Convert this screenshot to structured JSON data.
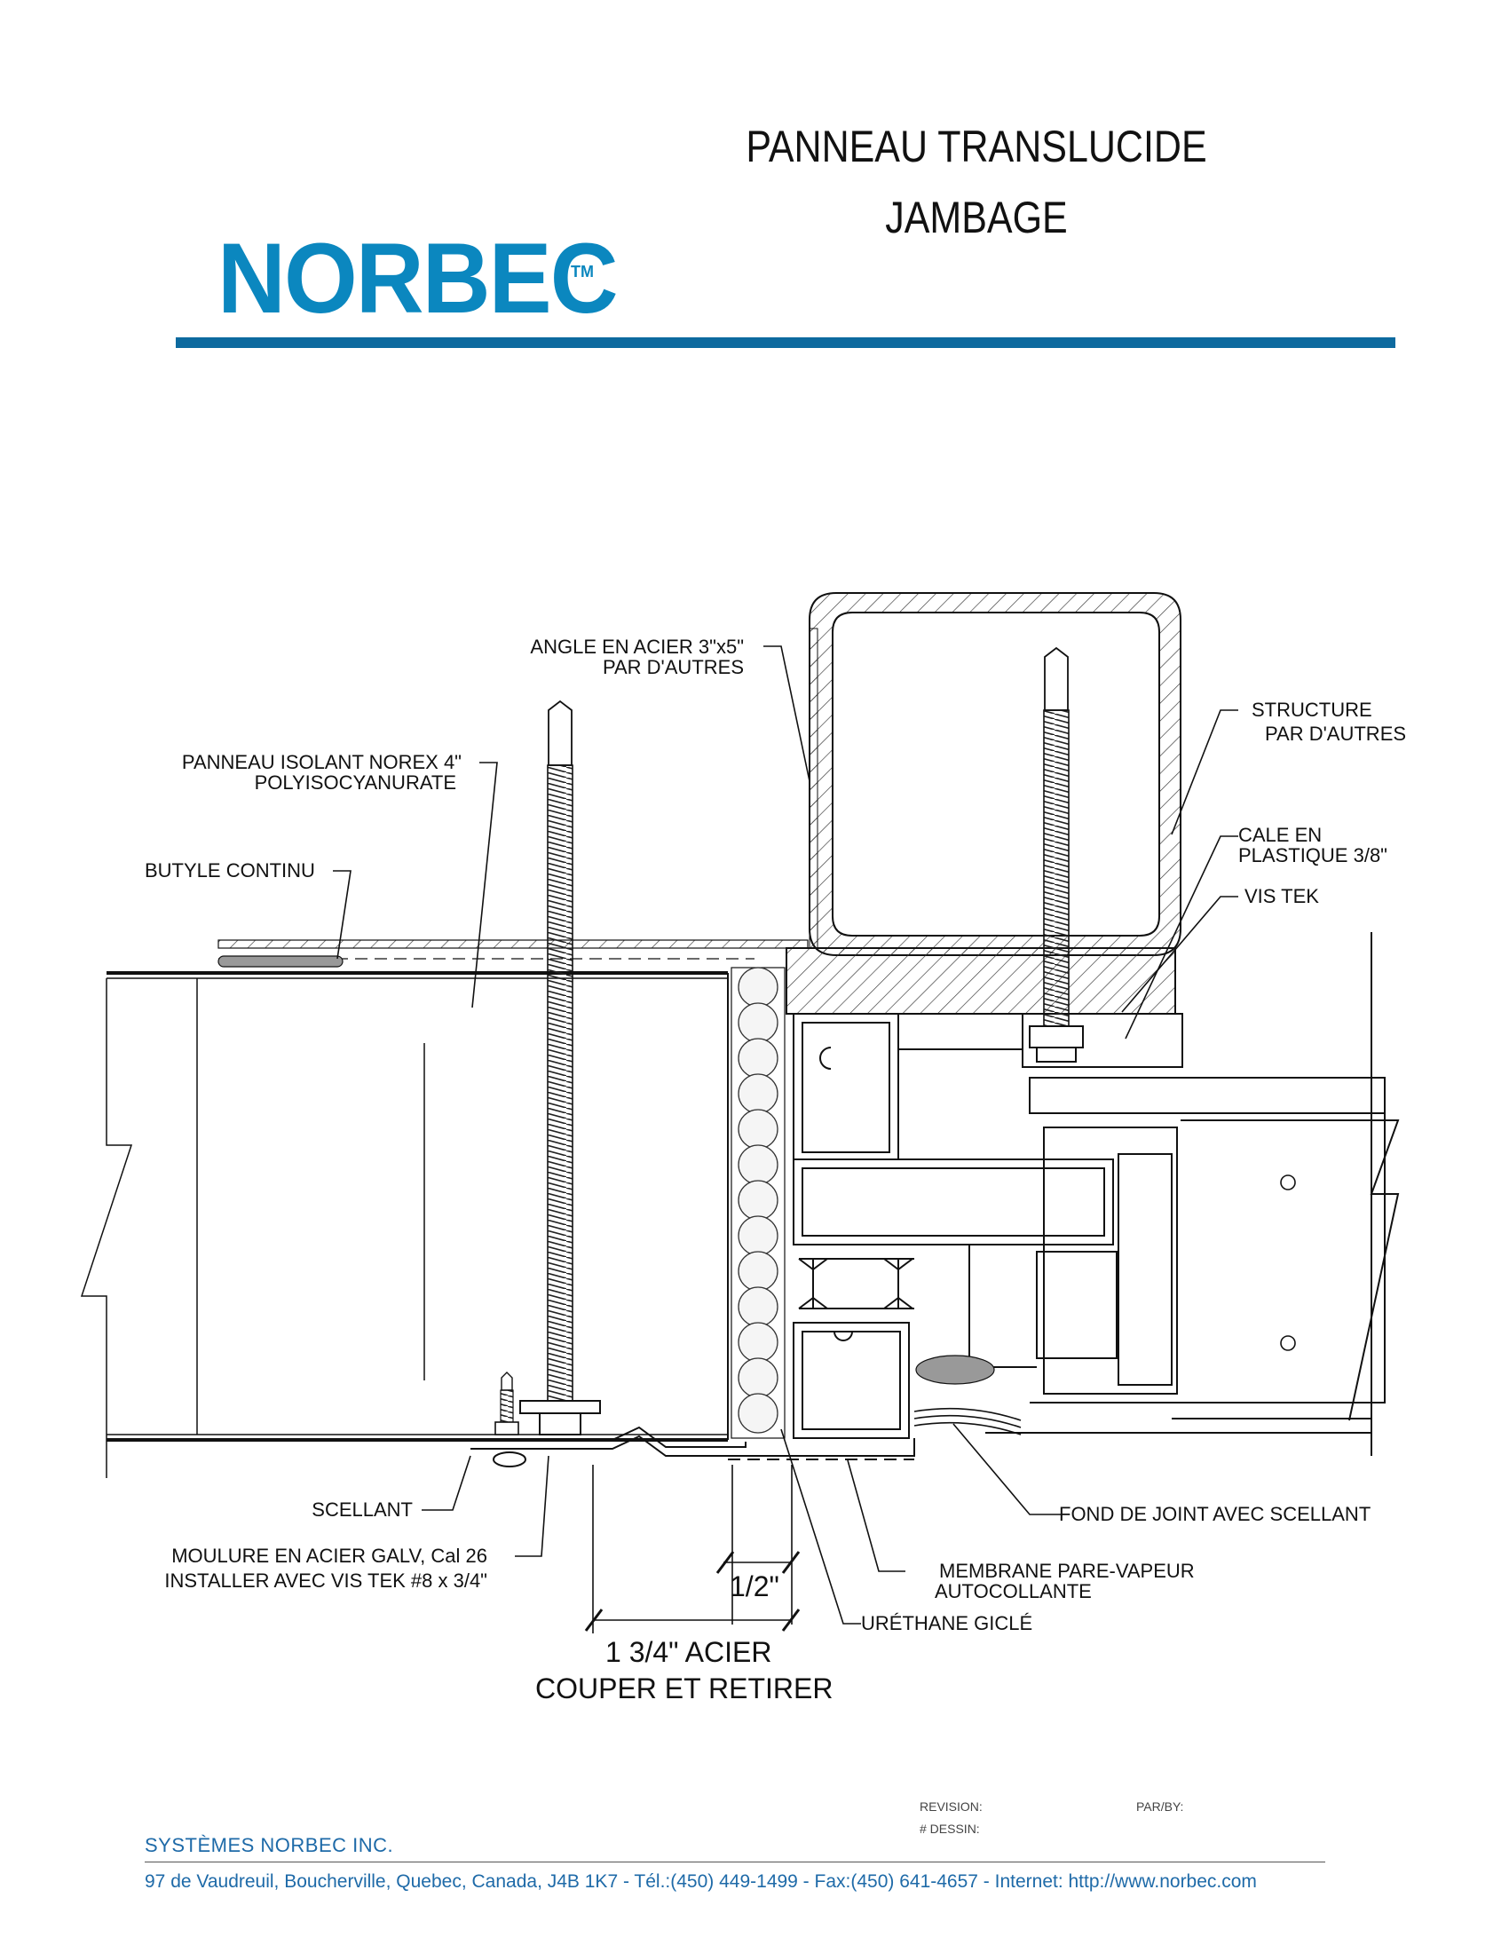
{
  "header": {
    "title_line1": "PANNEAU TRANSLUCIDE",
    "title_line2": "JAMBAGE",
    "logo_text": "NORBEC",
    "logo_mark": "TM",
    "brand_color": "#0b87bf",
    "rule_color": "#0d6a9f"
  },
  "labels": {
    "angle_l1": "ANGLE EN ACIER 3\"x5\"",
    "angle_l2": "PAR D'AUTRES",
    "panneau_l1": "PANNEAU ISOLANT NOREX 4\"",
    "panneau_l2": "POLYISOCYANURATE",
    "butyle": "BUTYLE CONTINU",
    "structure_l1": "STRUCTURE",
    "structure_l2": "PAR D'AUTRES",
    "cale_l1": "CALE EN",
    "cale_l2": "PLASTIQUE 3/8\"",
    "vis_tek": "VIS TEK",
    "scellant": "SCELLANT",
    "moulure_l1": "MOULURE EN ACIER GALV, Cal 26",
    "moulure_l2": "INSTALLER AVEC VIS TEK  #8 x 3/4\"",
    "fond_joint": "FOND DE JOINT AVEC SCELLANT",
    "membrane_l1": "MEMBRANE PARE-VAPEUR",
    "membrane_l2": "AUTOCOLLANTE",
    "urethane": "URÉTHANE GICLÉ",
    "dim_half": "1/2\"",
    "dim_acier": "1 3/4\" ACIER",
    "couper": "COUPER ET RETIRER"
  },
  "footer": {
    "revision_label": "REVISION:",
    "par_label": "PAR/BY:",
    "dessin_label": "# DESSIN:",
    "company": "SYSTÈMES NORBEC INC.",
    "address": "97 de Vaudreuil, Boucherville, Quebec, Canada, J4B 1K7 - Tél.:(450) 449-1499 - Fax:(450) 641-4657 - Internet: http://www.norbec.com",
    "text_color": "#1e6aa8"
  }
}
